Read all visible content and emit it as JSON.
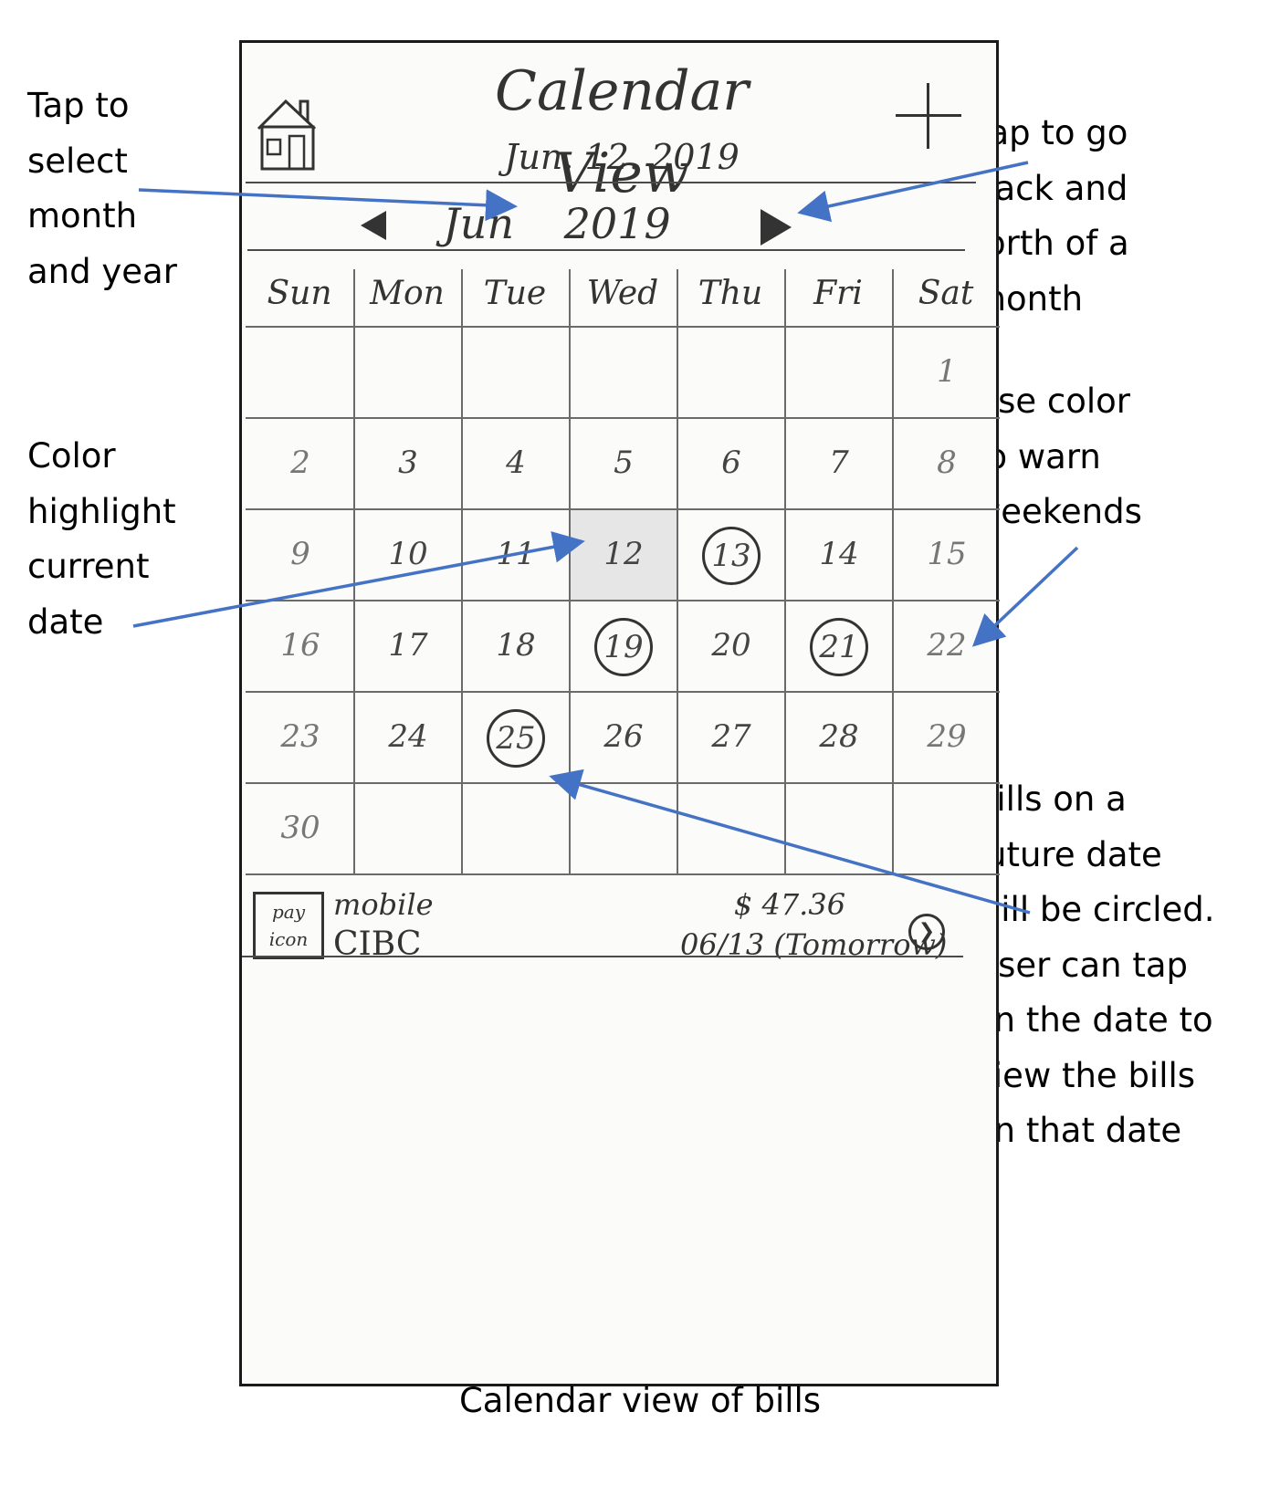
{
  "annotations": {
    "select_month": "Tap to\nselect\nmonth\nand year",
    "navigate": "Tap to go\nback and\nforth of a\nmonth",
    "weekend": "Use color\nto warn\nweekends",
    "current_date": "Color\nhighlight\ncurrent\ndate",
    "future_bills": "Bills on a\nfuture date\nwill be circled.\nUser can tap\non the date to\nview the bills\non that date"
  },
  "caption": "Calendar view of bills",
  "app": {
    "title": "Calendar View",
    "current_date": "Jun. 12. 2019",
    "add_icon": "plus-icon",
    "home_icon": "home-icon"
  },
  "month_nav": {
    "label": "Jun 2019",
    "prev_icon": "triangle-left-icon",
    "next_icon": "triangle-right-icon"
  },
  "weekdays": [
    "Sun",
    "Mon",
    "Tue",
    "Wed",
    "Thu",
    "Fri",
    "Sat"
  ],
  "calendar": {
    "first_weekday_index": 6,
    "days_in_month": 30,
    "today": 12,
    "bill_dates": [
      13,
      19,
      21,
      25
    ],
    "weekend_highlight_color": "#e6e6e6"
  },
  "bill": {
    "icon_label": "pay icon",
    "category": "mobile",
    "payee": "CIBC",
    "amount": "$ 47.36",
    "due": "06/13 (Tomorrow)",
    "go_icon": "chevron-right-icon"
  },
  "colors": {
    "arrow": "#4472c4"
  }
}
